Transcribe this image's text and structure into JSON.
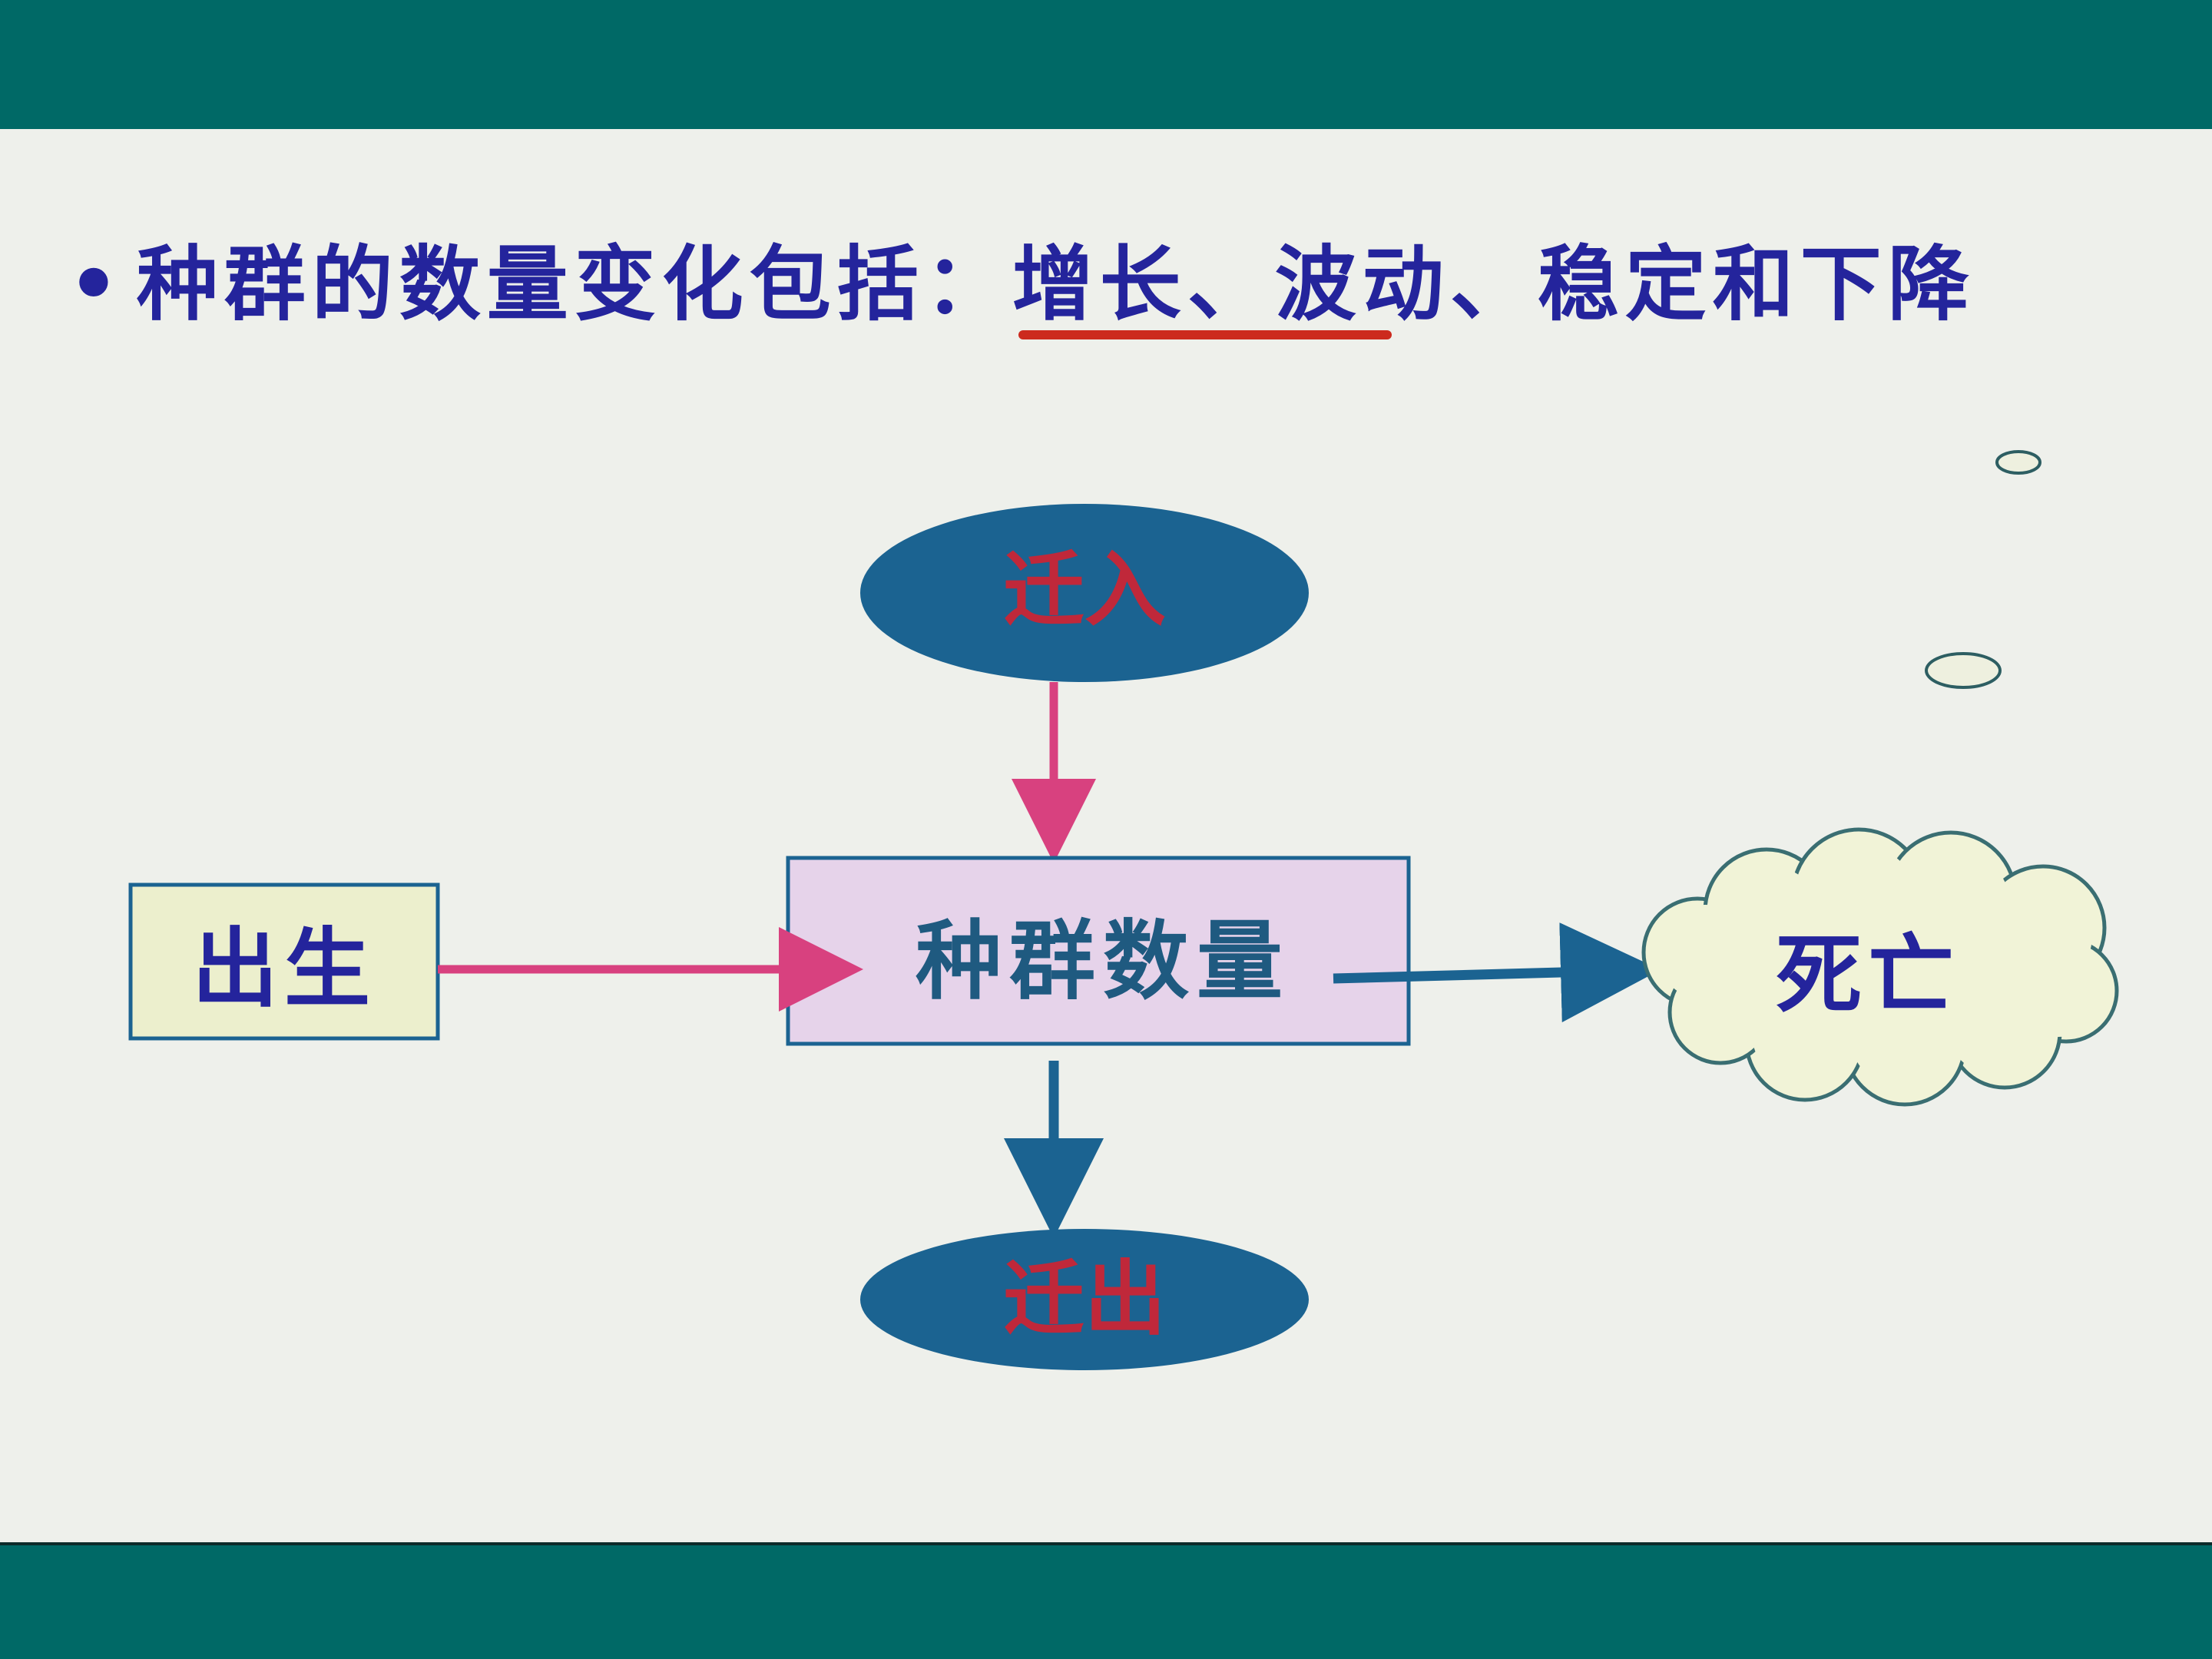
{
  "slide": {
    "bullet": "•",
    "title": "种群的数量变化包括：增长、波动、稳定和下降"
  },
  "diagram": {
    "center": "种群数量",
    "immigration": "迁入",
    "emigration": "迁出",
    "birth": "出生",
    "death": "死亡"
  },
  "colors": {
    "frame": "#006966",
    "background": "#eef0eb",
    "title_text": "#24249c",
    "underline": "#cc2a1e",
    "ellipse_fill": "#1b6391",
    "ellipse_text": "#c0283a",
    "center_fill": "#e6d3ea",
    "center_text": "#1f5a80",
    "birth_fill": "#ecefcd",
    "cloud_fill": "#f1f3d7",
    "pink_arrow": "#d8417f",
    "blue_arrow": "#1b6391"
  }
}
